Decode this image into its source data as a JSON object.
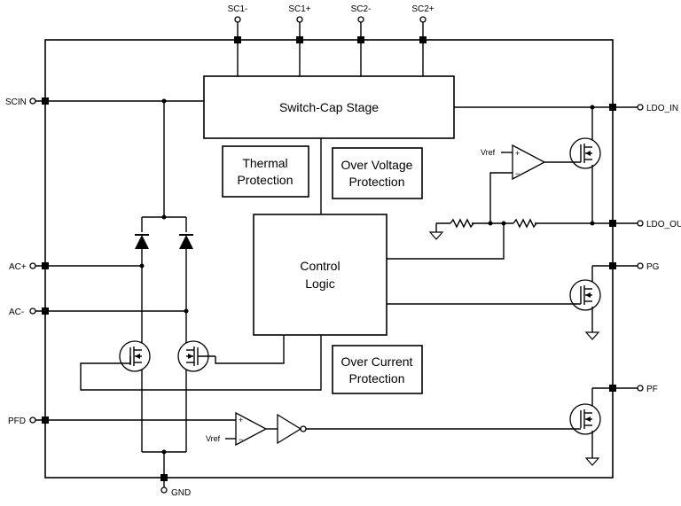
{
  "pins": {
    "sc1_minus": "SC1-",
    "sc1_plus": "SC1+",
    "sc2_minus": "SC2-",
    "sc2_plus": "SC2+",
    "scin": "SCIN",
    "ac_plus": "AC+",
    "ac_minus": "AC-",
    "pfd": "PFD",
    "gnd": "GND",
    "ldo_in": "LDO_IN",
    "ldo_out": "LDO_OUT",
    "pg": "PG",
    "pf": "PF"
  },
  "blocks": {
    "switch_cap": "Switch-Cap Stage",
    "thermal_line1": "Thermal",
    "thermal_line2": "Protection",
    "over_voltage_line1": "Over Voltage",
    "over_voltage_line2": "Protection",
    "control_line1": "Control",
    "control_line2": "Logic",
    "over_current_line1": "Over Current",
    "over_current_line2": "Protection"
  },
  "labels": {
    "vref_ldo": "Vref",
    "vref_pfd": "Vref",
    "plus": "+",
    "minus": "−"
  }
}
